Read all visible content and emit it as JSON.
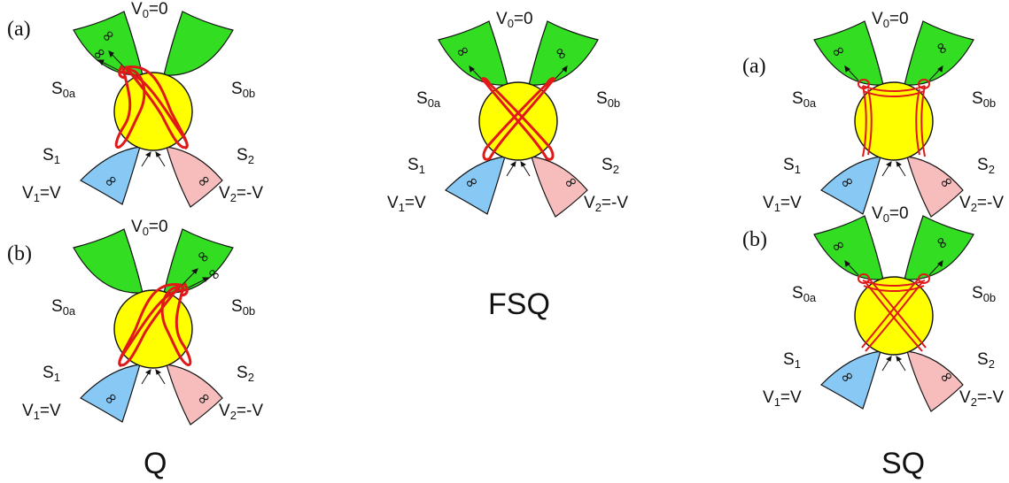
{
  "colors": {
    "dot": "#ffff00",
    "lead_s0": "#33dd22",
    "lead_s1": "#88c8f4",
    "lead_s2": "#f7bcbc",
    "path": "#e01818"
  },
  "labels": {
    "v0": "V",
    "v0_sub": "0",
    "v0_val": "=0",
    "s0a": "S",
    "s0a_sub": "0a",
    "s0b": "S",
    "s0b_sub": "0b",
    "s1": "S",
    "s1_sub": "1",
    "s2": "S",
    "s2_sub": "2",
    "v1": "V",
    "v1_sub": "1",
    "v1_val": "=V",
    "v2": "V",
    "v2_sub": "2",
    "v2_val": "=-V",
    "infinity": "∞"
  },
  "panels": {
    "a": "(a)",
    "b": "(b)"
  },
  "captions": {
    "q": "Q",
    "fsq": "FSQ",
    "sq": "SQ"
  }
}
